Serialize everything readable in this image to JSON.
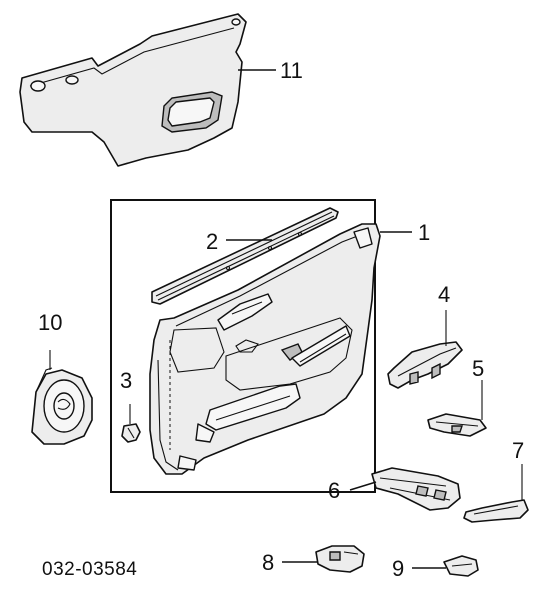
{
  "diagram": {
    "callouts": [
      {
        "id": "1",
        "label": "1"
      },
      {
        "id": "2",
        "label": "2"
      },
      {
        "id": "3",
        "label": "3"
      },
      {
        "id": "4",
        "label": "4"
      },
      {
        "id": "5",
        "label": "5"
      },
      {
        "id": "6",
        "label": "6"
      },
      {
        "id": "7",
        "label": "7"
      },
      {
        "id": "8",
        "label": "8"
      },
      {
        "id": "9",
        "label": "9"
      },
      {
        "id": "10",
        "label": "10"
      },
      {
        "id": "11",
        "label": "11"
      }
    ],
    "diagram_code": "032-03584"
  }
}
